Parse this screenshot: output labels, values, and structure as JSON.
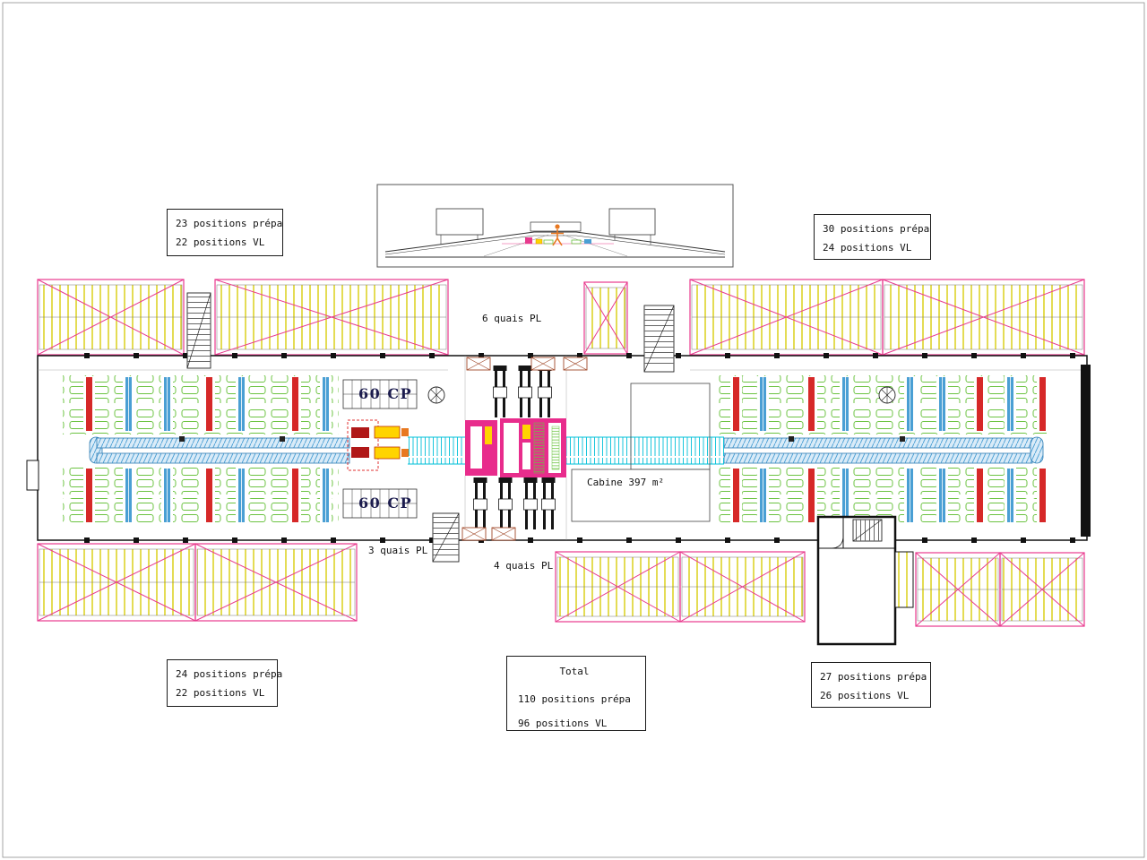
{
  "plan": {
    "boxes": {
      "top_left": {
        "line1": "23 positions prépa",
        "line2": "22 positions VL"
      },
      "top_right": {
        "line1": "30 positions prépa",
        "line2": "24 positions VL"
      },
      "bottom_left": {
        "line1": "24 positions prépa",
        "line2": "22 positions VL"
      },
      "bottom_right": {
        "line1": "27 positions prépa",
        "line2": "26 positions VL"
      },
      "total": {
        "title": "Total",
        "line1": "110 positions prépa",
        "line2": "96 positions VL"
      }
    },
    "annotations": {
      "quais_top": "6 quais PL",
      "quais_bottom_left": "3 quais PL",
      "quais_bottom_center": "4 quais PL",
      "cp_upper": "60 CP",
      "cp_lower": "60 CP",
      "cabine": "Cabine 397 m²"
    },
    "colors": {
      "roof_magenta": "#e83a8e",
      "parking_yellow": "#ddd32a",
      "car_green": "#6cc342",
      "conveyor_blue": "#4a9fd4",
      "chain_cyan": "#00c0d8",
      "accent_red": "#d62828",
      "machine_yellow": "#ffd400",
      "figure_orange": "#e87820"
    }
  }
}
